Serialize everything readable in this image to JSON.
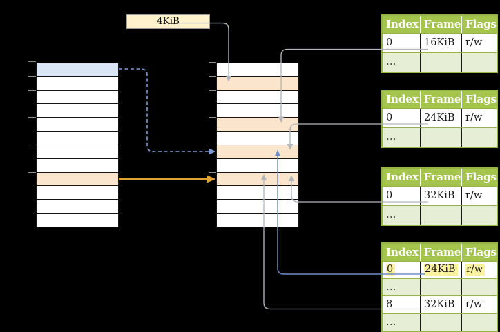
{
  "page_size_label": "4KiB",
  "virtual_memory": {
    "row_fills": [
      "blue",
      "white",
      "white",
      "white",
      "white",
      "white",
      "white",
      "white",
      "peach",
      "white",
      "white",
      "white"
    ]
  },
  "physical_memory": {
    "row_fills": [
      "white",
      "peach",
      "white",
      "white",
      "peach",
      "white",
      "peach",
      "white",
      "peach",
      "white",
      "white",
      "white"
    ]
  },
  "page_tables": [
    {
      "columns": [
        "Index",
        "Frame",
        "Flags"
      ],
      "rows": [
        {
          "cells": [
            "0",
            "16KiB",
            "r/w"
          ],
          "tint": "white"
        },
        {
          "cells": [
            "…",
            "",
            ""
          ],
          "tint": "green"
        }
      ]
    },
    {
      "columns": [
        "Index",
        "Frame",
        "Flags"
      ],
      "rows": [
        {
          "cells": [
            "0",
            "24KiB",
            "r/w"
          ],
          "tint": "white"
        },
        {
          "cells": [
            "…",
            "",
            ""
          ],
          "tint": "green"
        }
      ]
    },
    {
      "columns": [
        "Index",
        "Frame",
        "Flags"
      ],
      "rows": [
        {
          "cells": [
            "0",
            "32KiB",
            "r/w"
          ],
          "tint": "white"
        },
        {
          "cells": [
            "…",
            "",
            ""
          ],
          "tint": "green"
        }
      ]
    },
    {
      "columns": [
        "Index",
        "Frame",
        "Flags"
      ],
      "rows": [
        {
          "cells": [
            "0",
            "24KiB",
            "r/w"
          ],
          "tint": "white",
          "highlight": true
        },
        {
          "cells": [
            "…",
            "",
            ""
          ],
          "tint": "green"
        },
        {
          "cells": [
            "8",
            "32KiB",
            "r/w"
          ],
          "tint": "white"
        },
        {
          "cells": [
            "…",
            "",
            ""
          ],
          "tint": "green"
        }
      ]
    }
  ],
  "colors": {
    "background": "#000000",
    "row_white": "#ffffff",
    "row_blue": "#dae6f5",
    "row_peach": "#fce5cd",
    "box_cream": "#fff2cc",
    "table_green": "#a5c44e",
    "green_border": "#94b448",
    "row_lightgreen": "#e6eed6",
    "highlight_yellow": "#fdf2a0",
    "line_gray": "#b2b6bb",
    "arrow_blue": "#7090c5",
    "arrow_blue_dashed": "#7d9bd2",
    "arrow_gold": "#dfa233",
    "tick_gray": "#8c8c8c",
    "text_dark": "#1a1a1a",
    "header_text": "#ffffff"
  }
}
